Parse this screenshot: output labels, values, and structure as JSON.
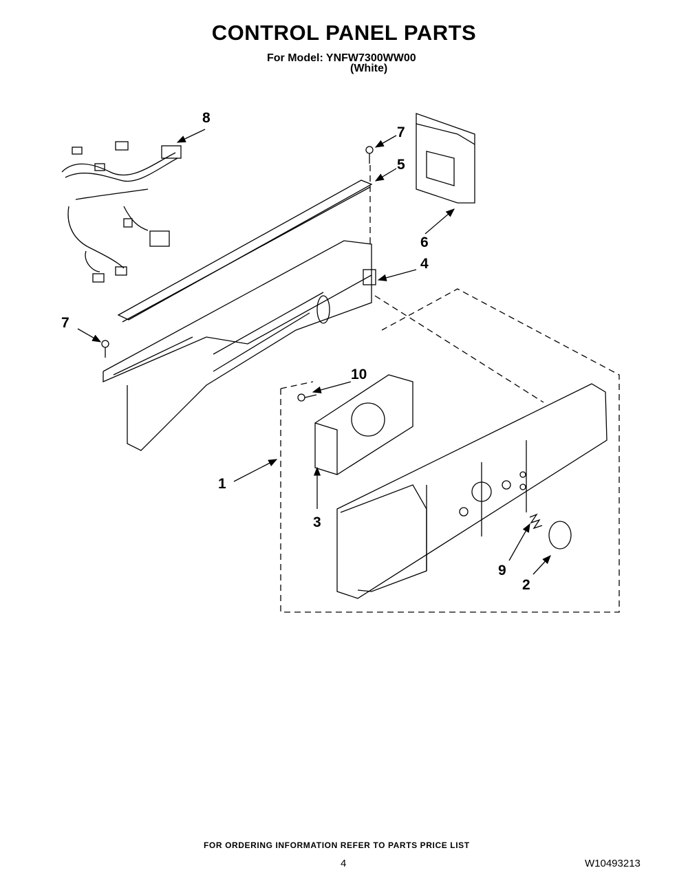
{
  "header": {
    "title": "CONTROL PANEL PARTS",
    "model_line": "For Model: YNFW7300WW00",
    "color_line": "(White)"
  },
  "callouts": {
    "c8": "8",
    "c7a": "7",
    "c5": "5",
    "c6": "6",
    "c4": "4",
    "c7b": "7",
    "c10": "10",
    "c1": "1",
    "c3": "3",
    "c9": "9",
    "c2": "2"
  },
  "footer": {
    "ordering_note": "FOR ORDERING INFORMATION REFER TO PARTS PRICE LIST",
    "page_number": "4",
    "document_number": "W10493213"
  }
}
